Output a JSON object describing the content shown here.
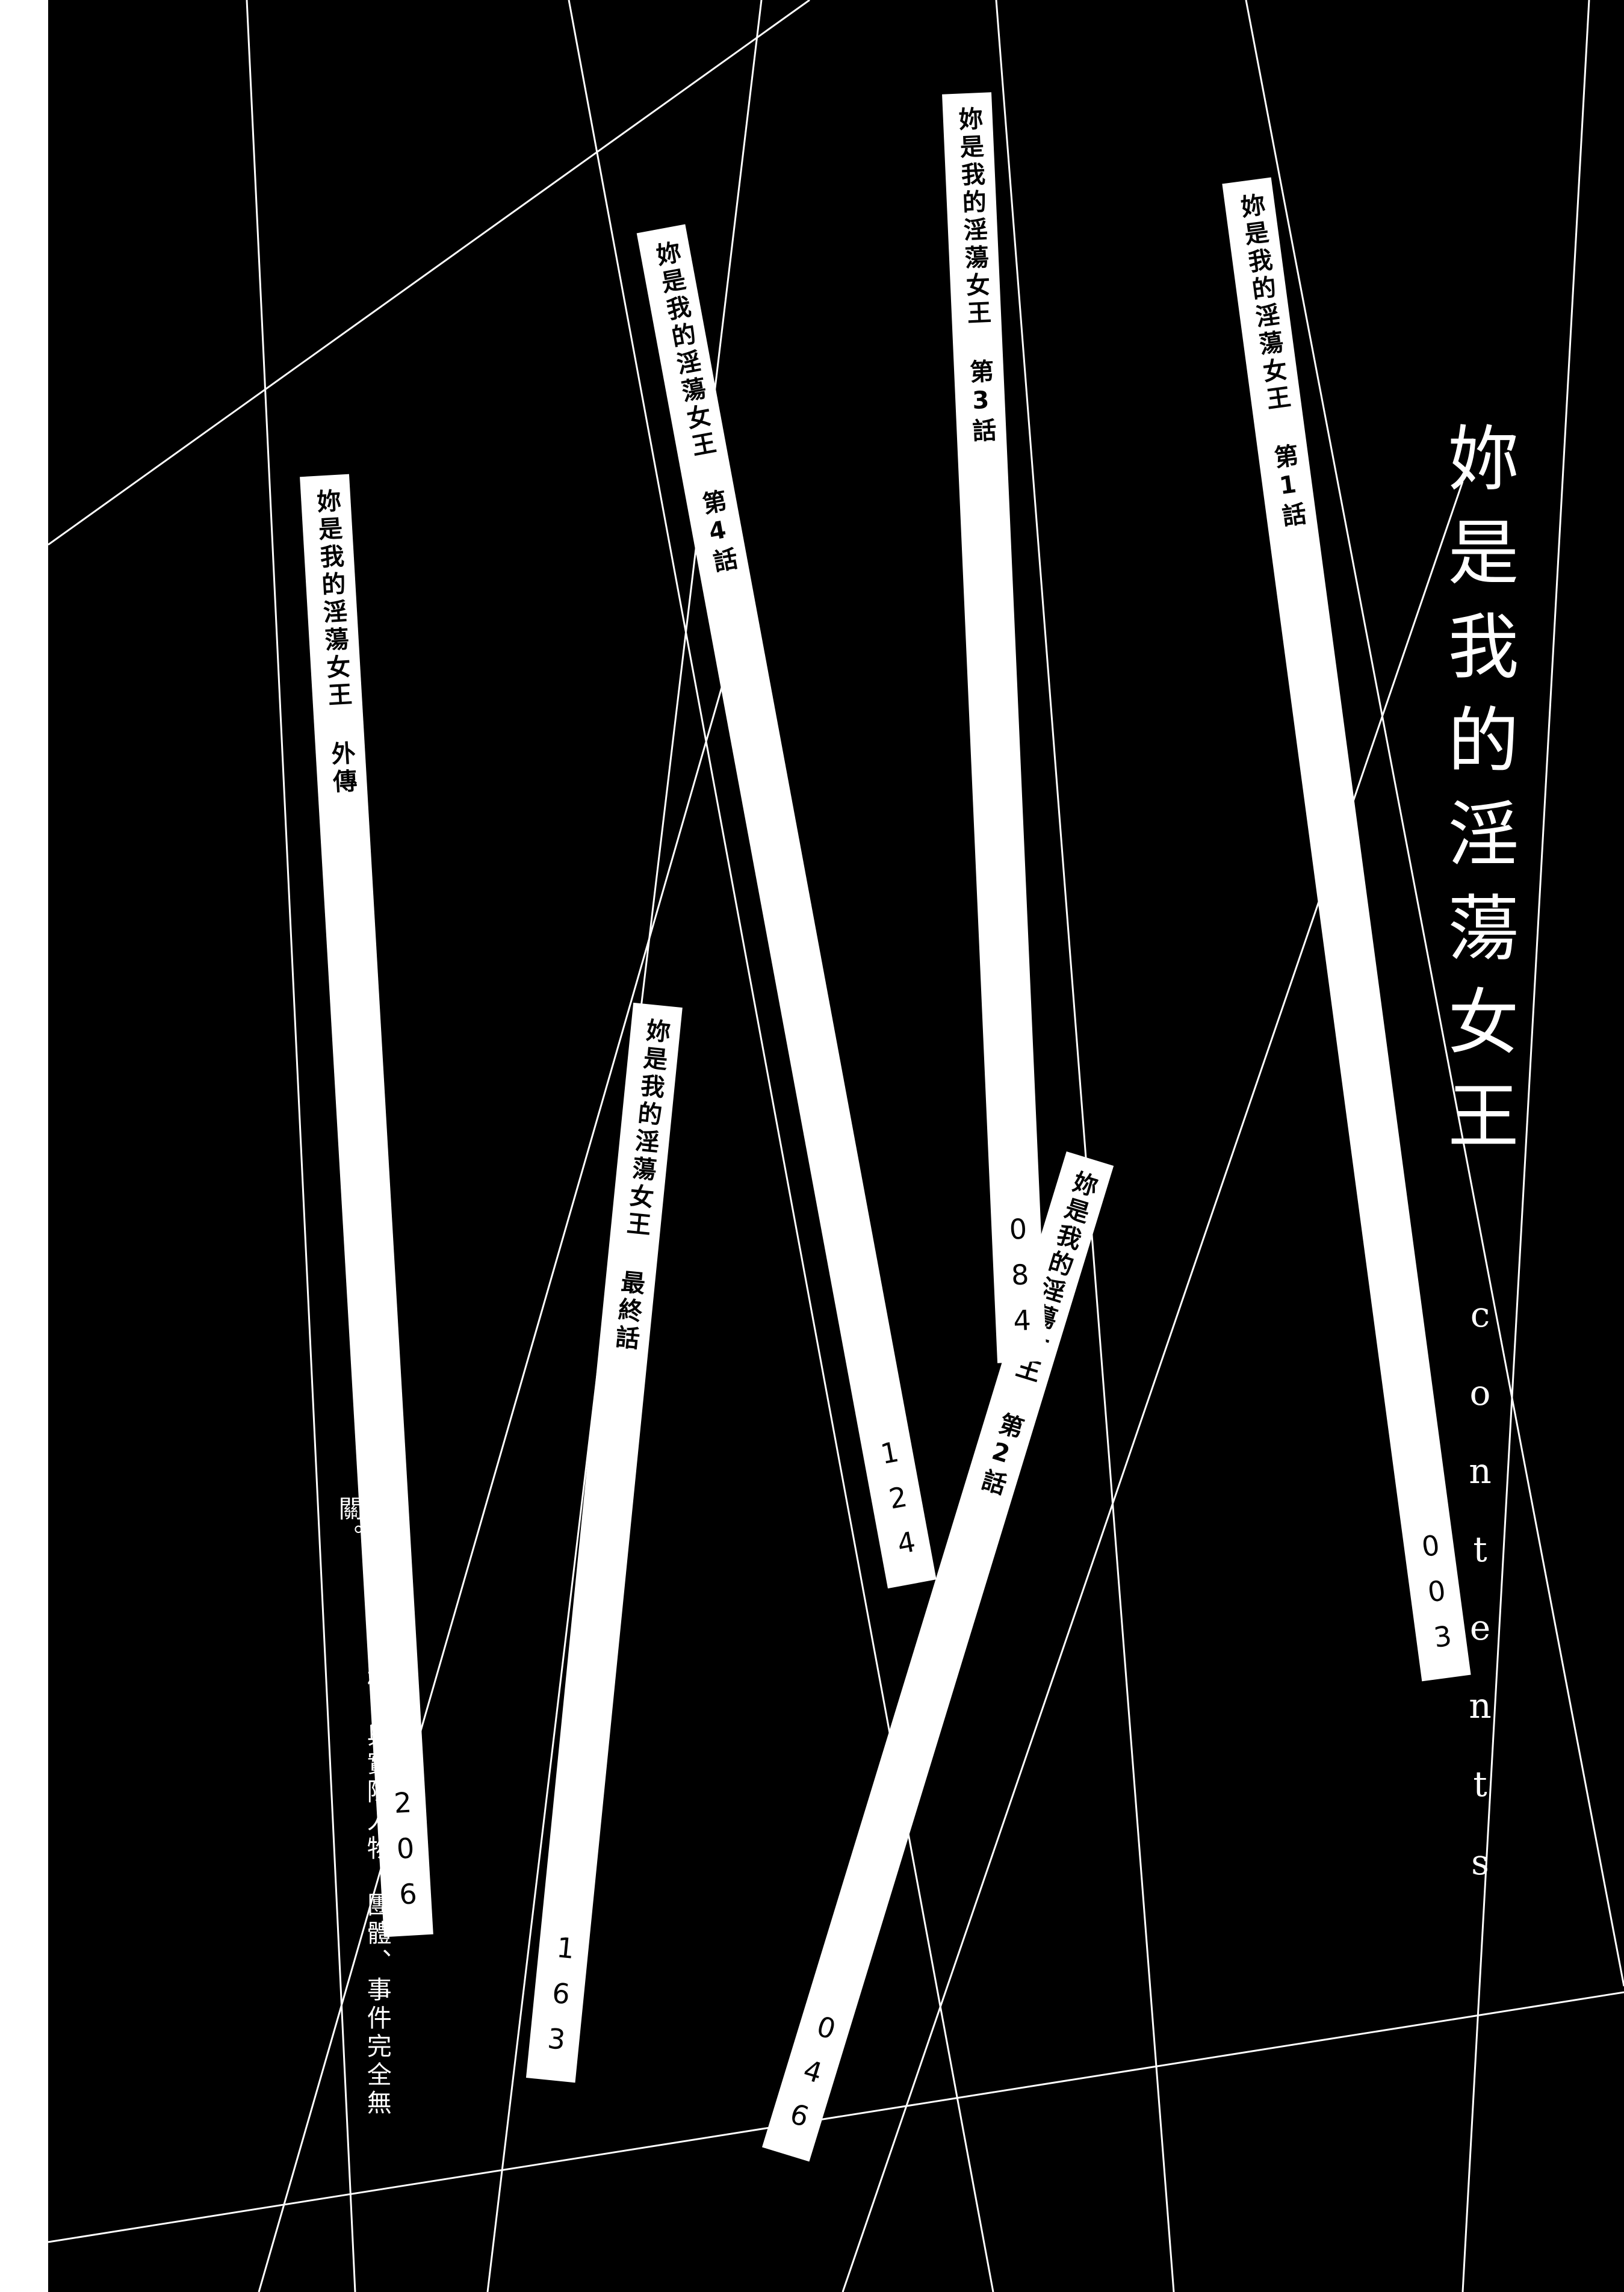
{
  "book_title": "妳是我的淫蕩女王",
  "contents_label": "contents",
  "disclaimer": "本作品純屬虛構，與實際人物、團體、事件完全無關。",
  "chapters": [
    {
      "title": "妳是我的淫蕩女王 第1話",
      "page": "003"
    },
    {
      "title": "妳是我的淫蕩女王 第2話",
      "page": "046"
    },
    {
      "title": "妳是我的淫蕩女王 第3話",
      "page": "084"
    },
    {
      "title": "妳是我的淫蕩女王 第4話",
      "page": "124"
    },
    {
      "title": "妳是我的淫蕩女王 最終話",
      "page": "163"
    },
    {
      "title": "妳是我的淫蕩女王 外傳",
      "page": "206"
    }
  ],
  "colors": {
    "background": "#000000",
    "lines": "#ffffff",
    "strips": "#ffffff",
    "strip_text": "#000000"
  }
}
